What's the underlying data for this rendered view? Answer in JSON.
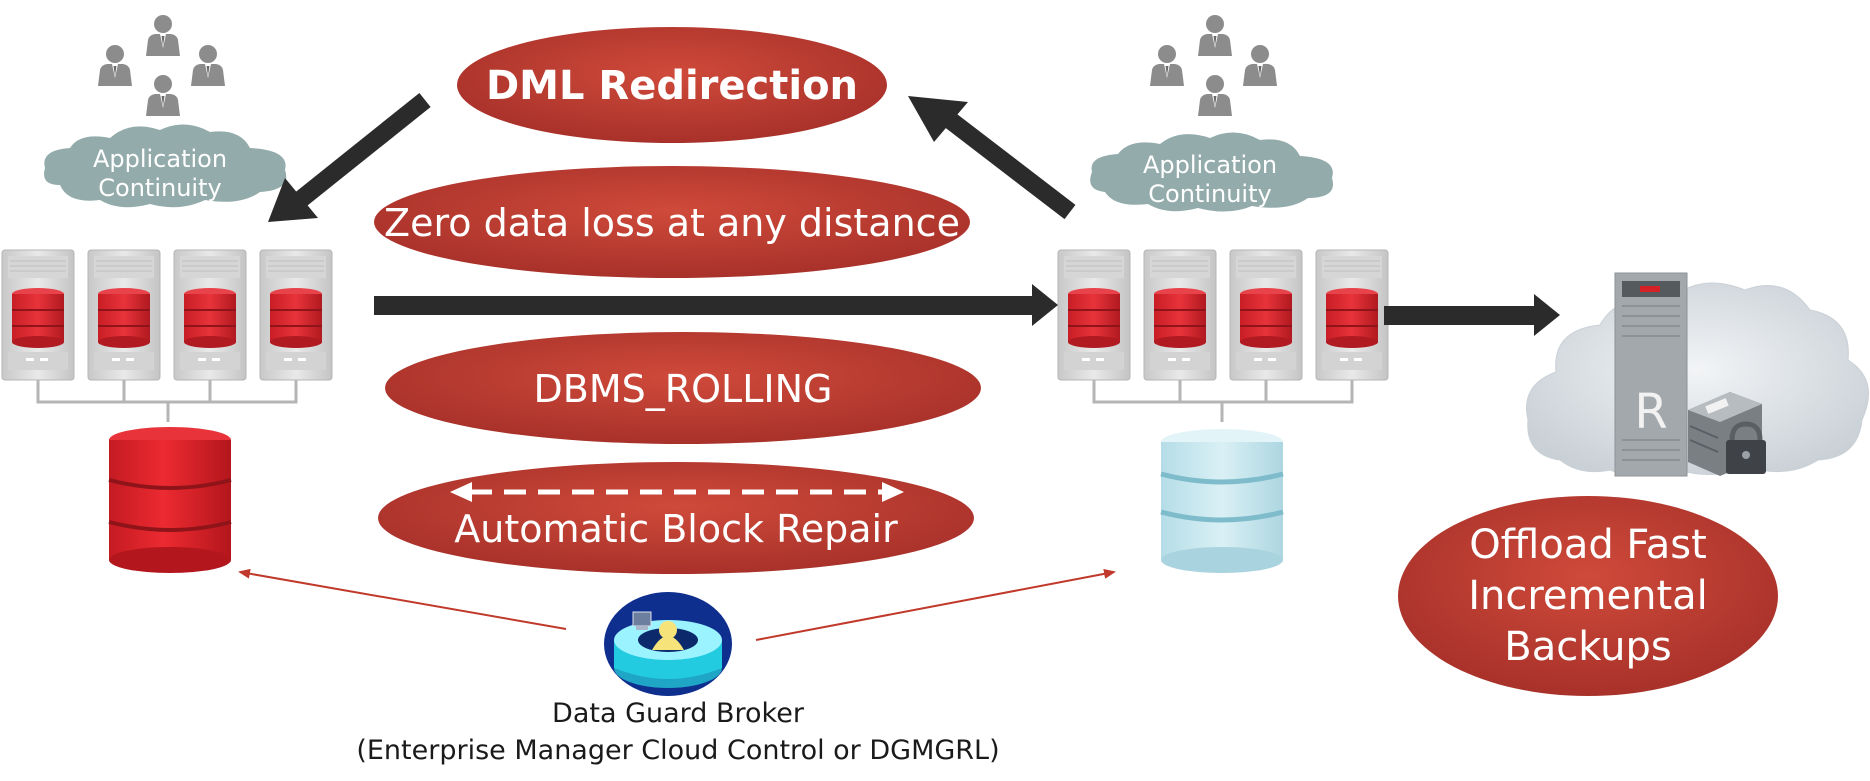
{
  "features": {
    "dml_redirection": "DML Redirection",
    "zero_data_loss": "Zero data loss at any distance",
    "dbms_rolling": "DBMS_ROLLING",
    "block_repair": "Automatic Block Repair",
    "offload_backups": [
      "Offload Fast",
      "Incremental",
      "Backups"
    ]
  },
  "primary_site": {
    "cloud_label": [
      "Application",
      "Continuity"
    ]
  },
  "standby_site": {
    "cloud_label": [
      "Application",
      "Continuity"
    ]
  },
  "recovery_appliance": {
    "letter": "R"
  },
  "broker": {
    "title": "Data Guard Broker",
    "subtitle": "(Enterprise Manager Cloud Control or DGMGRL)"
  },
  "colors": {
    "pill": "#c0392b",
    "pill_dark": "#a93226",
    "arrow": "#2b2b2b",
    "cloud_gray": "#93abab",
    "db_red": "#d62027",
    "db_standby": "#c4e6ee",
    "people": "#8c8c8c",
    "thin_arrow": "#c0392b"
  }
}
